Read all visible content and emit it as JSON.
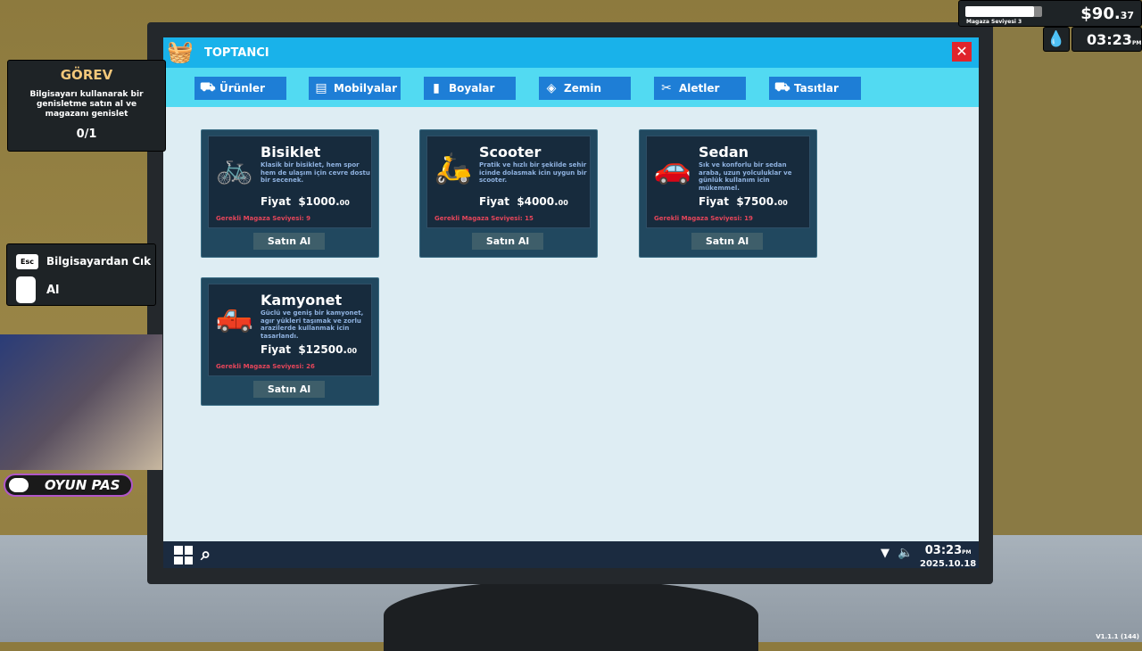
{
  "window": {
    "title": "TOPTANCI",
    "close": "✕"
  },
  "tabs": [
    {
      "label": "Ürünler",
      "icon": "hand-truck-icon",
      "glyph": "⛟"
    },
    {
      "label": "Mobilyalar",
      "icon": "cabinet-icon",
      "glyph": "▤"
    },
    {
      "label": "Boyalar",
      "icon": "spray-can-icon",
      "glyph": "▮"
    },
    {
      "label": "Zemin",
      "icon": "layers-icon",
      "glyph": "◈"
    },
    {
      "label": "Aletler",
      "icon": "tools-icon",
      "glyph": "✂"
    },
    {
      "label": "Tasıtlar",
      "icon": "truck-icon",
      "glyph": "⛟"
    }
  ],
  "products": [
    {
      "name": "Bisiklet",
      "desc": "Klasik bir bisiklet, hem spor hem de ulaşım için cevre dostu bir secenek.",
      "price_label": "Fiyat",
      "price": "$1000.",
      "cents": "00",
      "req": "Gerekli Magaza Seviyesi: 9",
      "buy": "Satın Al",
      "glyph": "🚲"
    },
    {
      "name": "Scooter",
      "desc": "Pratik ve hızlı bir şekilde sehir icinde dolasmak icin uygun bir scooter.",
      "price_label": "Fiyat",
      "price": "$4000.",
      "cents": "00",
      "req": "Gerekli Magaza Seviyesi: 15",
      "buy": "Satın Al",
      "glyph": "🛵"
    },
    {
      "name": "Sedan",
      "desc": "Sık ve konforlu bir sedan araba, uzun yolculuklar ve günlük kullanım icin mükemmel.",
      "price_label": "Fiyat",
      "price": "$7500.",
      "cents": "00",
      "req": "Gerekli Magaza Seviyesi: 19",
      "buy": "Satın Al",
      "glyph": "🚗"
    },
    {
      "name": "Kamyonet",
      "desc": "Güclü ve geniş bir kamyonet, agır yükleri taşımak ve zorlu arazilerde kullanmak icin tasarlandı.",
      "price_label": "Fiyat",
      "price": "$12500.",
      "cents": "00",
      "req": "Gerekli Magaza Seviyesi: 26",
      "buy": "Satın Al",
      "glyph": "🛻"
    }
  ],
  "taskbar": {
    "time": "03:23",
    "ampm": "PM",
    "date": "2025.10.18"
  },
  "quest": {
    "title": "GÖREV",
    "text": "Bilgisayarı kullanarak bir genisletme satın al ve magazanı genislet",
    "progress": "0/1"
  },
  "controls": [
    {
      "key": "Esc",
      "label": "Bilgisayardan Cık"
    },
    {
      "key": "mouse",
      "label": "Al"
    }
  ],
  "hud": {
    "money": "$90.",
    "money_cents": "37",
    "level_label": "Magaza Seviyesi 3",
    "level_progress": 0.9,
    "time": "03:23",
    "ampm": "PM"
  },
  "stream": {
    "channel": "OYUN PAS"
  },
  "version": "V1.1.1 (144)"
}
